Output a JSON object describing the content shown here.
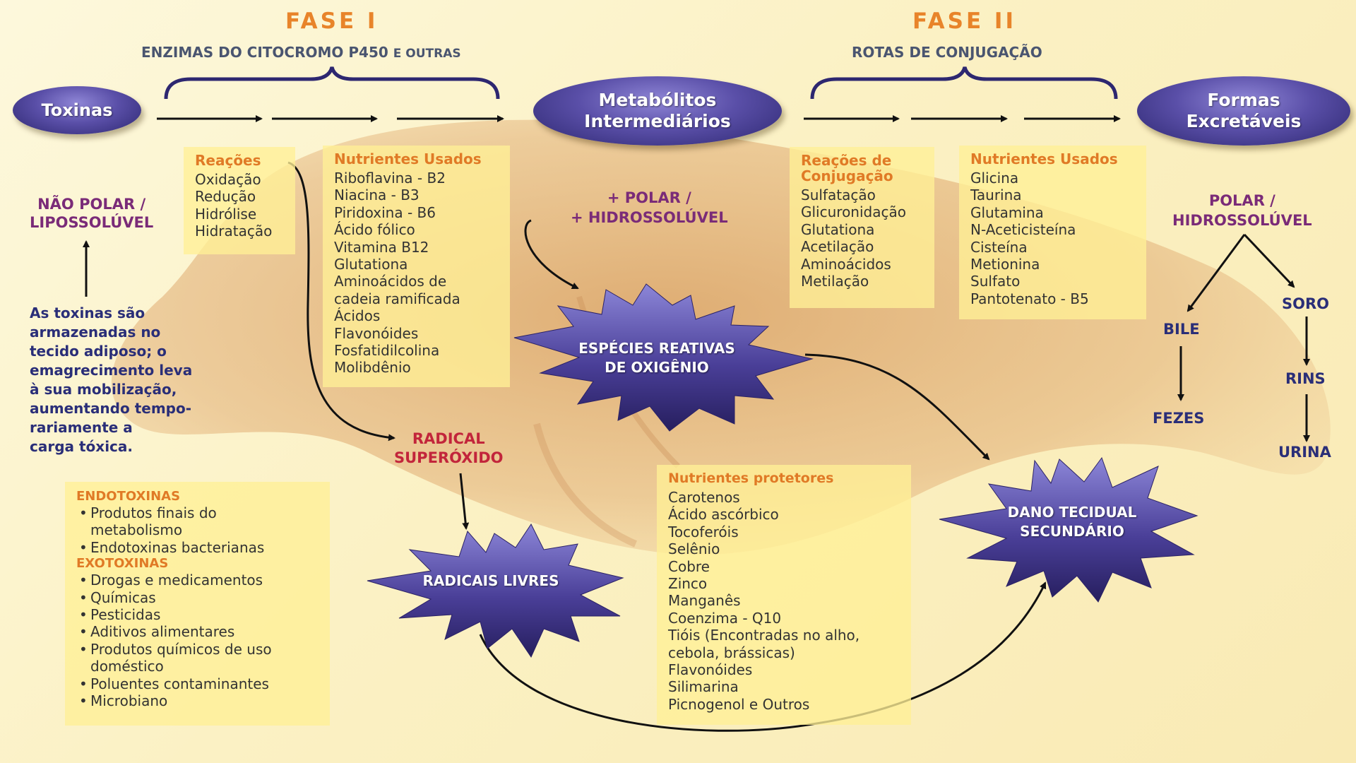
{
  "phase1": {
    "title": "FASE I",
    "subtitle": "ENZIMAS DO CITOCROMO P450",
    "subtitle_small": "E OUTRAS"
  },
  "phase2": {
    "title": "FASE II",
    "subtitle": "ROTAS DE CONJUGAÇÃO"
  },
  "nodes": {
    "toxinas": "Toxinas",
    "metabolitos": "Metabólitos\nIntermediários",
    "formas": "Formas\nExcretáveis"
  },
  "nao_polar": "NÃO POLAR /\nLIPOSSOLÚVEL",
  "mais_polar": "+ POLAR /\n+ HIDROSSOLÚVEL",
  "polar": "POLAR /\nHIDROSSOLÚVEL",
  "storage_note": "As toxinas são\narmazenadas no\ntecido adiposo; o\nemagrecimento leva\nà sua mobilização,\naumentando tempo-\nrariamente a\ncarga tóxica.",
  "reacoes": {
    "title": "Reações",
    "items": [
      "Oxidação",
      "Redução",
      "Hidrólise",
      "Hidratação"
    ]
  },
  "nutrientes1": {
    "title": "Nutrientes Usados",
    "items": [
      "Riboflavina - B2",
      "Niacina - B3",
      "Piridoxina - B6",
      "Ácido fólico",
      "Vitamina B12",
      "Glutationa",
      "Aminoácidos de\n  cadeia ramificada",
      "Ácidos",
      "Flavonóides",
      "Fosfatidilcolina",
      "Molibdênio"
    ]
  },
  "conjugacao": {
    "title": "Reações de\nConjugação",
    "items": [
      "Sulfatação",
      "Glicuronidação",
      "Glutationa",
      "Acetilação",
      "Aminoácidos",
      "Metilação"
    ]
  },
  "nutrientes2": {
    "title": "Nutrientes Usados",
    "items": [
      "Glicina",
      "Taurina",
      "Glutamina",
      "N-Aceticisteína",
      "Cisteína",
      "Metionina",
      "Sulfato",
      "Pantotenato - B5"
    ]
  },
  "bursts": {
    "ero": "ESPÉCIES REATIVAS\nDE OXIGÊNIO",
    "radicais": "RADICAIS LIVRES",
    "dano": "DANO TECIDUAL\nSECUNDÁRIO"
  },
  "radical_superoxido": "RADICAL\nSUPERÓXIDO",
  "excretion": {
    "bile": "BILE",
    "fezes": "FEZES",
    "soro": "SORO",
    "rins": "RINS",
    "urina": "URINA"
  },
  "toxinas_box": {
    "endo_title": "ENDOTOXINAS",
    "endo_items": [
      "Produtos finais do\nmetabolismo",
      "Endotoxinas bacterianas"
    ],
    "exo_title": "EXOTOXINAS",
    "exo_items": [
      "Drogas e medicamentos",
      "Químicas",
      "Pesticidas",
      "Aditivos alimentares",
      "Produtos químicos de uso\ndoméstico",
      "Poluentes contaminantes",
      "Microbiano"
    ]
  },
  "protetores": {
    "title": "Nutrientes protetores",
    "items": [
      "Carotenos",
      "Ácido ascórbico",
      "Tocoferóis",
      "Selênio",
      "Cobre",
      "Zinco",
      "Manganês",
      "Coenzima - Q10",
      "Tióis (Encontradas no alho,\n  cebola, brássicas)",
      "Flavonóides",
      "Silimarina",
      "Picnogenol e Outros"
    ]
  },
  "colors": {
    "oval_dark": "#2d2770",
    "oval_light": "#8f86d6",
    "phase_orange": "#e8842a",
    "panel_yellow": "#fff096",
    "purple_label": "#7a2b78",
    "crimson_label": "#c2253b",
    "navy_text": "#2a2e78"
  }
}
